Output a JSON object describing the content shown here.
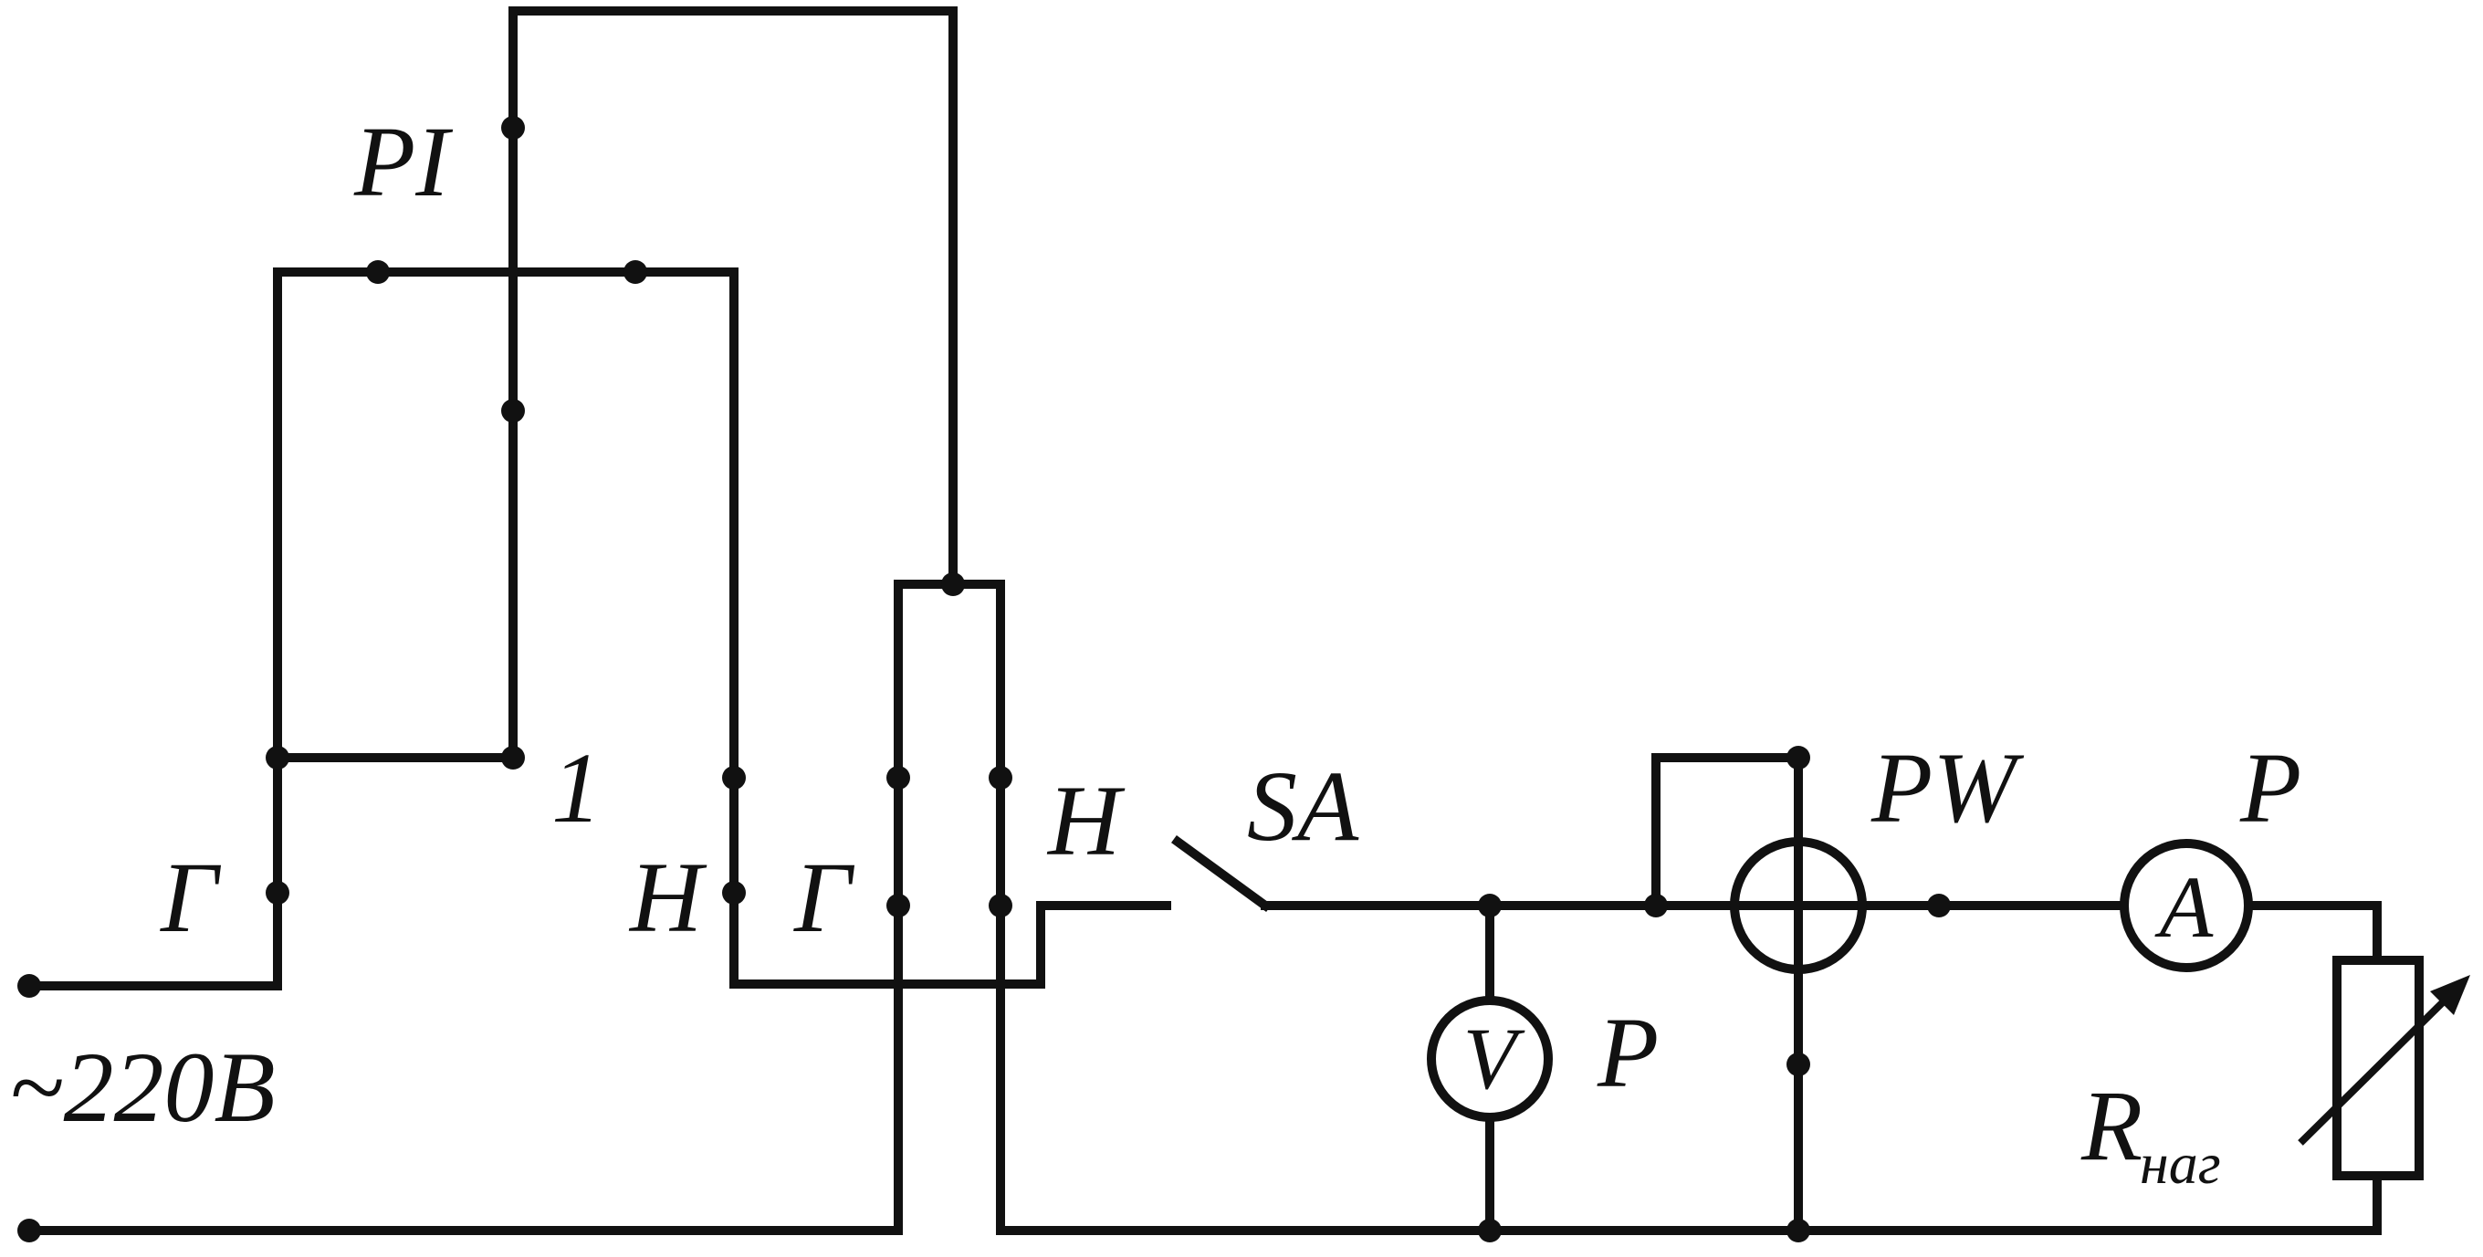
{
  "labels": {
    "pi": "PI",
    "terminal_1": "1",
    "g_left": "Г",
    "h_mid": "Н",
    "g_mid": "Г",
    "h_right": "Н",
    "sa": "SA",
    "pw": "PW",
    "p_ammeter": "P",
    "p_voltmeter": "P",
    "supply": "~220В",
    "r_main": "R",
    "r_sub": "наг"
  },
  "meters": {
    "voltmeter": "V",
    "ammeter": "A"
  }
}
